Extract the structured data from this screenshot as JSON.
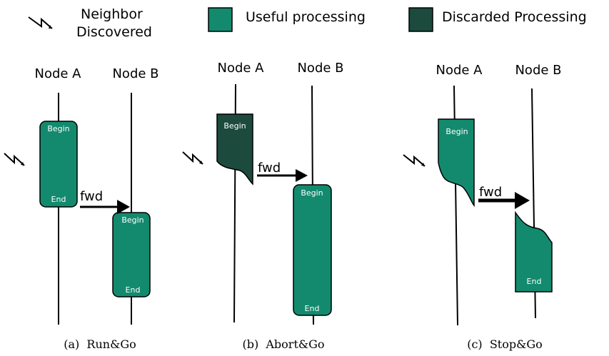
{
  "legend": {
    "neighbor_line1": "Neighbor",
    "neighbor_line2": "Discovered",
    "neighbor_icon": "lightning-bolt-icon",
    "useful": "Useful processing",
    "discarded": "Discarded Processing"
  },
  "colors": {
    "useful": "#138a6e",
    "discarded": "#1c4a3d",
    "ink": "#000000",
    "label_text": "#ffffff"
  },
  "panels": [
    {
      "id": "a",
      "node_a": "Node A",
      "node_b": "Node B",
      "block_a_begin": "Begin",
      "block_a_end": "End",
      "block_b_begin": "Begin",
      "block_b_end": "End",
      "fwd": "fwd",
      "caption": "(a)  Run&Go"
    },
    {
      "id": "b",
      "node_a": "Node A",
      "node_b": "Node B",
      "block_a_begin": "Begin",
      "block_b_begin": "Begin",
      "block_b_end": "End",
      "fwd": "fwd",
      "caption": "(b)  Abort&Go"
    },
    {
      "id": "c",
      "node_a": "Node A",
      "node_b": "Node B",
      "block_a_begin": "Begin",
      "block_b_end": "End",
      "fwd": "fwd",
      "caption": "(c)  Stop&Go"
    }
  ]
}
